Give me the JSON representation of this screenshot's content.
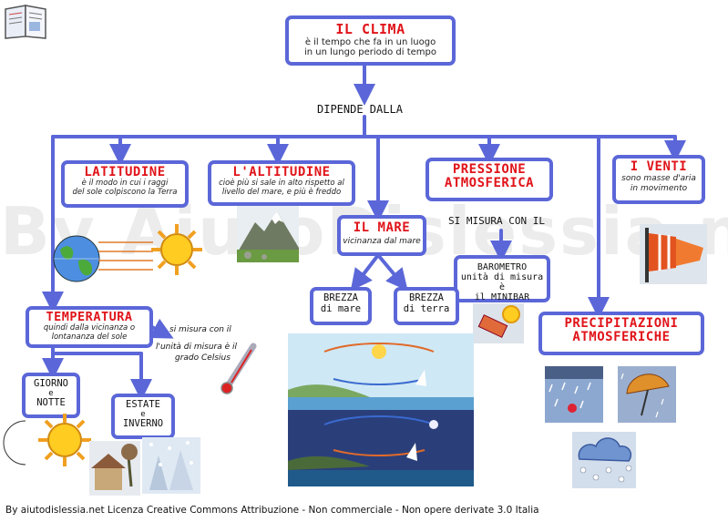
{
  "watermark": "By AiutoDislessia.net",
  "colors": {
    "line": "#5b67d8",
    "title": "#e0141a",
    "text": "#111111"
  },
  "nodes": {
    "clima": {
      "title": "IL CLIMA",
      "desc1": "è il tempo che fa in un luogo",
      "desc2": "in un lungo periodo di tempo"
    },
    "dipende": "DIPENDE DALLA",
    "latitudine": {
      "title": "LATITUDINE",
      "desc1": "è il modo in cui i raggi",
      "desc2": "del sole colpiscono la Terra"
    },
    "altitudine": {
      "title": "L'ALTITUDINE",
      "desc1": "cioè più si sale in alto rispetto al",
      "desc2": "livello del mare, e più è freddo"
    },
    "mare": {
      "title": "IL MARE",
      "desc1": "vicinanza dal mare"
    },
    "pressione": {
      "title1": "PRESSIONE",
      "title2": "ATMOSFERICA"
    },
    "venti": {
      "title": "I VENTI",
      "desc1": "sono masse d'aria",
      "desc2": "in movimento"
    },
    "si_misura_con": "SI MISURA CON IL",
    "barometro": {
      "line1": "BAROMETRO",
      "line2": "unità di misura è",
      "line3": "il MINIBAR"
    },
    "brezza_mare": {
      "line1": "BREZZA",
      "line2": "di mare"
    },
    "brezza_terra": {
      "line1": "BREZZA",
      "line2": "di terra"
    },
    "temperatura": {
      "title": "TEMPERATURA",
      "desc1": "quindi dalla vicinanza o",
      "desc2": "lontananza del sole"
    },
    "misura_temp": {
      "line1": "si misura con il",
      "line2": "l'unità di misura è il",
      "line3": "grado Celsius"
    },
    "giorno_notte": {
      "line1": "GIORNO",
      "line2": "e",
      "line3": "NOTTE"
    },
    "estate_inverno": {
      "line1": "ESTATE",
      "line2": "e",
      "line3": "INVERNO"
    },
    "precipitazioni": {
      "title1": "PRECIPITAZIONI",
      "title2": "ATMOSFERICHE"
    }
  },
  "icons": [
    "book-icon",
    "earth-icon",
    "sun-icon",
    "mountain-icon",
    "windsock-icon",
    "barometer-icon",
    "thermometer-icon",
    "moon-icon",
    "season-icon",
    "winter-icon",
    "rain-icon",
    "umbrella-icon",
    "snow-cloud-icon",
    "breeze-illustration"
  ],
  "footer": "By aiutodislessia.net Licenza Creative Commons Attribuzione - Non commerciale - Non opere derivate 3.0 Italia"
}
